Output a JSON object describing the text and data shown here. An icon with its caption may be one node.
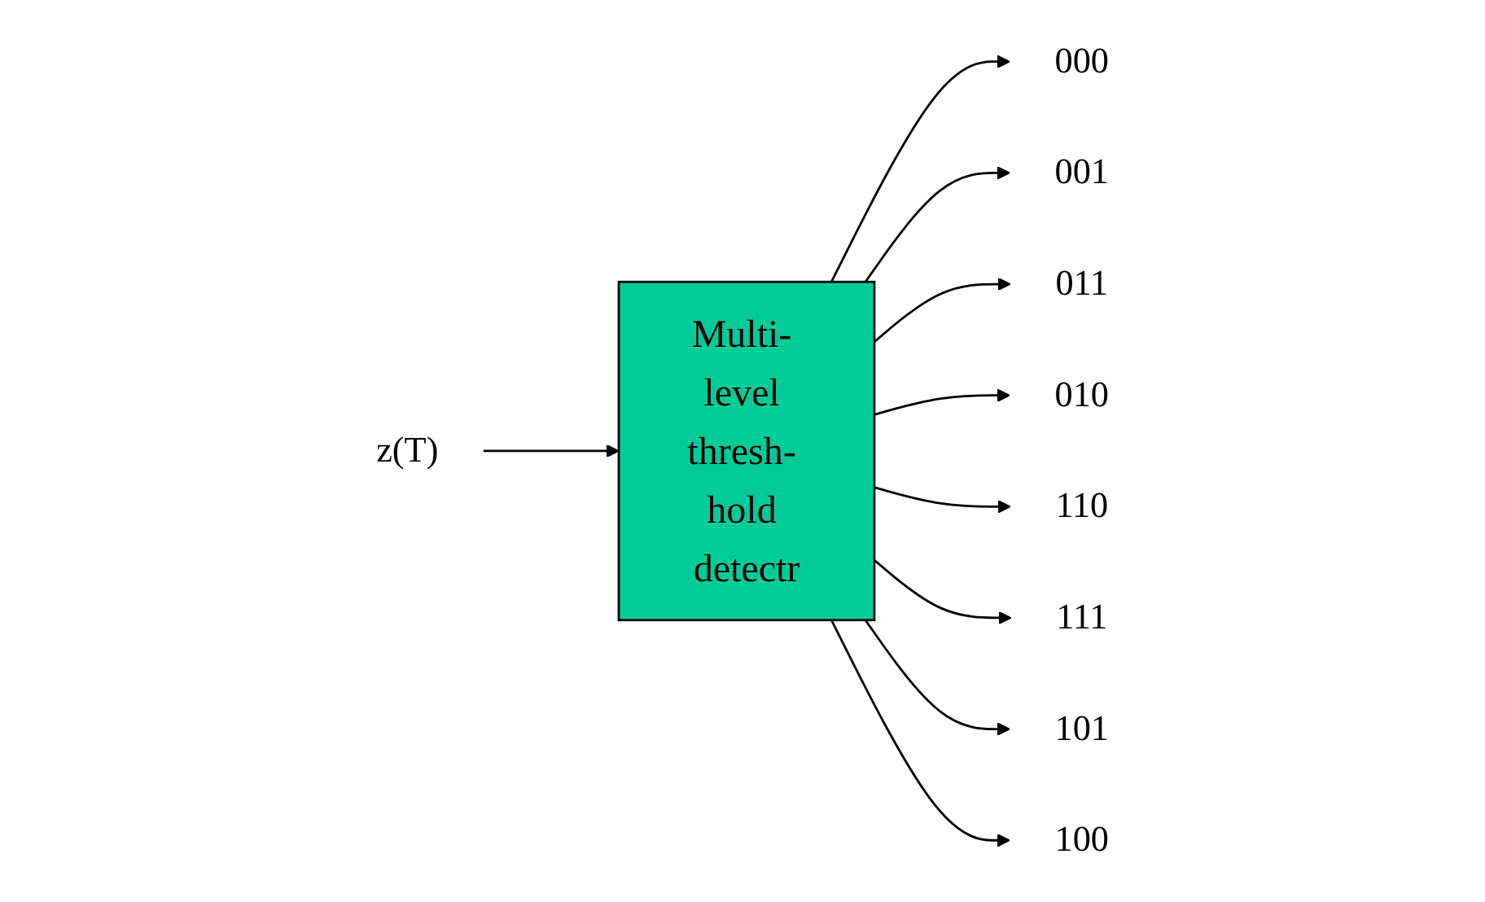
{
  "diagram": {
    "nodes": [
      {
        "text": [
          "z(T)"
        ]
      },
      {
        "text": [
          "Multi- level thresh- hold detectr"
        ]
      },
      {
        "text": [
          "000"
        ]
      },
      {
        "text": [
          "001"
        ]
      },
      {
        "text": [
          "011"
        ]
      },
      {
        "text": [
          "010"
        ]
      },
      {
        "text": [
          "110"
        ]
      },
      {
        "text": [
          "111"
        ]
      },
      {
        "text": [
          "101"
        ]
      },
      {
        "text": [
          "100"
        ]
      }
    ],
    "edges": [
      {
        "from": 0,
        "to": 1,
        "arrow": "to"
      },
      {
        "from": 1,
        "to": 2,
        "arrow": "to"
      },
      {
        "from": 1,
        "to": 3,
        "arrow": "to"
      },
      {
        "from": 1,
        "to": 4,
        "arrow": "to"
      },
      {
        "from": 1,
        "to": 5,
        "arrow": "to"
      },
      {
        "from": 1,
        "to": 6,
        "arrow": "to"
      },
      {
        "from": 1,
        "to": 7,
        "arrow": "to"
      },
      {
        "from": 1,
        "to": 8,
        "arrow": "to"
      },
      {
        "from": 1,
        "to": 9,
        "arrow": "to"
      }
    ]
  }
}
